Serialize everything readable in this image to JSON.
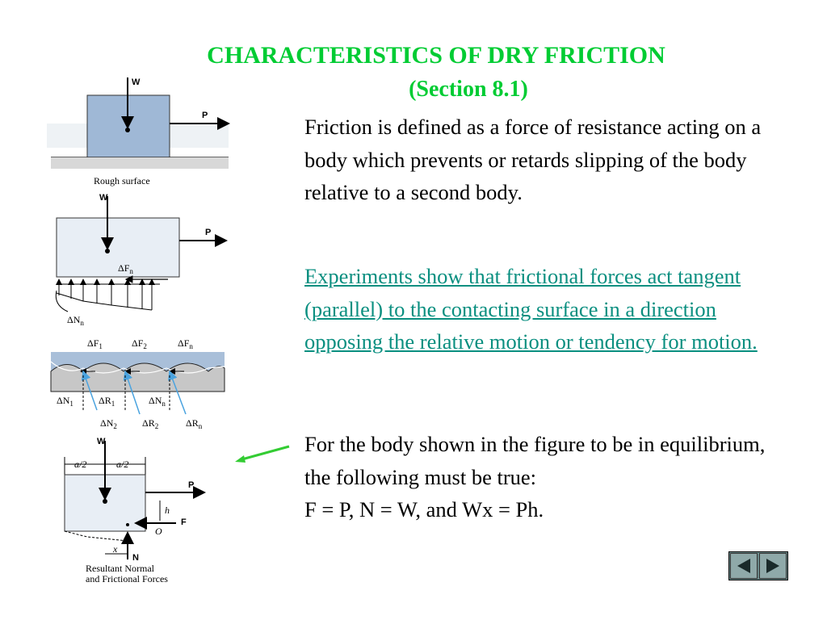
{
  "title": {
    "line1": "CHARACTERISTICS OF DRY FRICTION",
    "line2": "(Section 8.1)"
  },
  "paragraphs": {
    "p1": "Friction is defined as a force of resistance acting on a body which prevents or retards slipping of the body relative to a second body.",
    "p2": "Experiments show that frictional forces act tangent (parallel) to the contacting surface in a direction opposing the relative motion or tendency for motion.",
    "p3_line1": "For the body shown in the figure to be in equilibrium, the following must be true:",
    "p3_line2": "F = P,   N = W, and Wx = Ph."
  },
  "figure": {
    "fig1": {
      "W": "W",
      "P": "P",
      "caption": "Rough surface"
    },
    "fig2": {
      "W": "W",
      "P": "P",
      "dF": "ΔF",
      "dF_sub": "n",
      "dN": "ΔN",
      "dN_sub": "n"
    },
    "fig3": {
      "dF1": "ΔF",
      "dF1_sub": "1",
      "dF2": "ΔF",
      "dF2_sub": "2",
      "dFn": "ΔF",
      "dFn_sub": "n",
      "dN1": "ΔN",
      "dN1_sub": "1",
      "dR1": "ΔR",
      "dR1_sub": "1",
      "dNn": "ΔN",
      "dNn_sub": "n",
      "dN2": "ΔN",
      "dN2_sub": "2",
      "dR2": "ΔR",
      "dR2_sub": "2",
      "dRn": "ΔR",
      "dRn_sub": "n"
    },
    "fig4": {
      "W": "W",
      "P": "P",
      "F": "F",
      "N": "N",
      "h": "h",
      "O": "O",
      "x": "x",
      "a_half_left": "a/2",
      "a_half_right": "a/2",
      "caption_line1": "Resultant Normal",
      "caption_line2": "and Frictional Forces"
    }
  },
  "colors": {
    "title": "#00cc33",
    "link": "#0a8f80",
    "block": "#9fb8d6",
    "ground": "#c8c8c8",
    "resultant": "#4aa3df",
    "pointer_arrow": "#33cc33"
  },
  "nav": {
    "prev_icon": "triangle-left-icon",
    "next_icon": "triangle-right-icon"
  }
}
